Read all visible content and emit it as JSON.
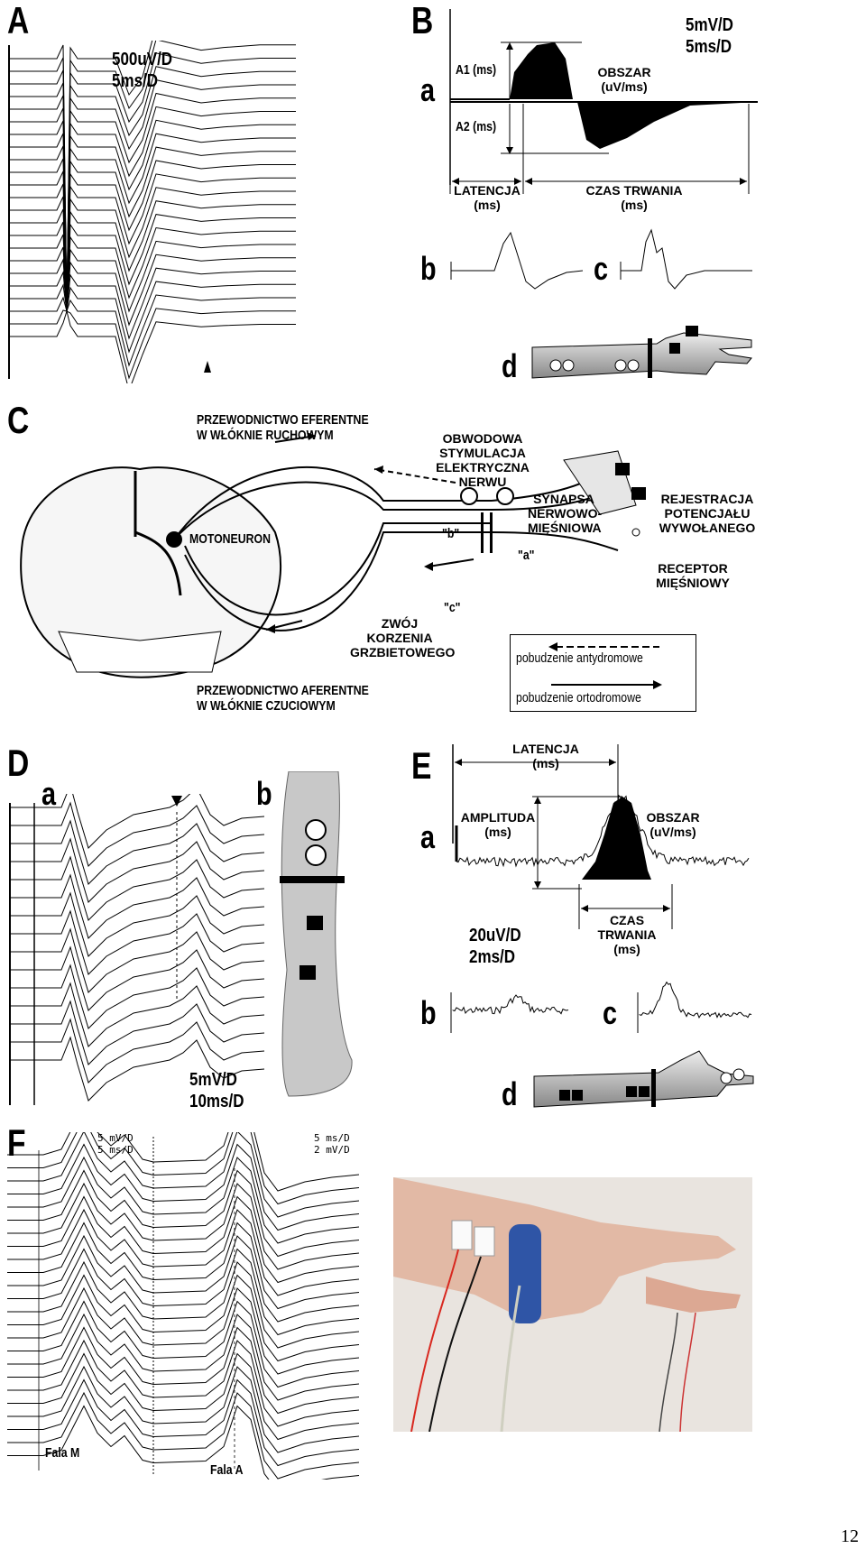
{
  "panels": {
    "A": {
      "letter": "A",
      "scale": [
        "500uV/D",
        "5ms/D"
      ]
    },
    "B": {
      "letter": "B",
      "scale": [
        "5mV/D",
        "5ms/D"
      ],
      "a": {
        "letter": "a",
        "a1": "A1 (ms)",
        "a2": "A2 (ms)",
        "area": [
          "OBSZAR",
          "(uV/ms)"
        ],
        "latency": [
          "LATENCJA",
          "(ms)"
        ],
        "duration": [
          "CZAS TRWANIA",
          "(ms)"
        ]
      },
      "b": "b",
      "c": "c",
      "d": "d"
    },
    "C": {
      "letter": "C",
      "efferent": [
        "PRZEWODNICTWO EFERENTNE",
        "W WŁÓKNIE RUCHOWYM"
      ],
      "stim": [
        "OBWODOWA",
        "STYMULACJA",
        "ELEKTRYCZNA",
        "NERWU"
      ],
      "motoneuron": "MOTONEURON",
      "synapse": [
        "SYNAPSA",
        "NERWOWO-",
        "MIĘŚNIOWA"
      ],
      "recording": [
        "REJESTRACJA",
        "POTENCJAŁU",
        "WYWOŁANEGO"
      ],
      "receptor": [
        "RECEPTOR",
        "MIĘŚNIOWY"
      ],
      "ganglion": [
        "ZWÓJ",
        "KORZENIA",
        "GRZBIETOWEGO"
      ],
      "afferent": [
        "PRZEWODNICTWO AFERENTNE",
        "W WŁÓKNIE CZUCIOWYM"
      ],
      "path_b": "\"b\"",
      "path_a": "\"a\"",
      "path_c": "\"c\"",
      "legend": [
        "pobudzenie antydromowe",
        "pobudzenie ortodromowe"
      ]
    },
    "D": {
      "letter": "D",
      "a": "a",
      "b": "b",
      "scale": [
        "5mV/D",
        "10ms/D"
      ]
    },
    "E": {
      "letter": "E",
      "a": "a",
      "b": "b",
      "c": "c",
      "d": "d",
      "latency": [
        "LATENCJA",
        "(ms)"
      ],
      "amplitude": [
        "AMPLITUDA",
        "(ms)"
      ],
      "area": [
        "OBSZAR",
        "(uV/ms)"
      ],
      "duration": [
        "CZAS",
        "TRWANIA",
        "(ms)"
      ],
      "scale": [
        "20uV/D",
        "2ms/D"
      ]
    },
    "F": {
      "letter": "F",
      "scale_left": [
        "5 mV/D",
        "5 ms/D"
      ],
      "scale_right": [
        "5 ms/D",
        "2 mV/D"
      ],
      "wave_m": "Fala M",
      "wave_a": "Fala A"
    }
  },
  "page_number": "12"
}
